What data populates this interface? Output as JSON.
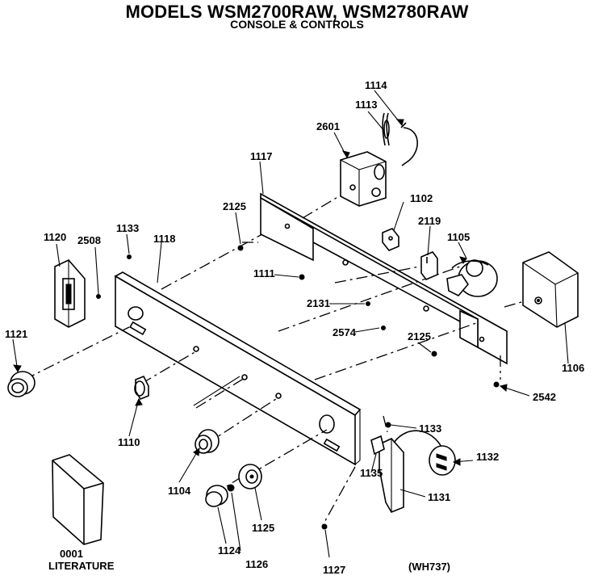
{
  "header": {
    "title": "MODELS WSM2700RAW, WSM2780RAW",
    "subtitle": "CONSOLE & CONTROLS"
  },
  "footer": {
    "code": "(WH737)"
  },
  "literature": {
    "number": "0001",
    "label": "LITERATURE"
  },
  "parts": {
    "p1114": "1114",
    "p1113": "1113",
    "p2601": "2601",
    "p1117": "1117",
    "p1102": "1102",
    "p2125a": "2125",
    "p2119": "2119",
    "p1105": "1105",
    "p1120": "1120",
    "p2508": "2508",
    "p1133a": "1133",
    "p1118": "1118",
    "p1111": "1111",
    "p2131": "2131",
    "p2574": "2574",
    "p2125b": "2125",
    "p1121": "1121",
    "p1106": "1106",
    "p2542": "2542",
    "p1110": "1110",
    "p1133b": "1133",
    "p1132": "1132",
    "p1104": "1104",
    "p1135": "1135",
    "p1131": "1131",
    "p1125": "1125",
    "p1124": "1124",
    "p1126": "1126",
    "p1127": "1127"
  }
}
